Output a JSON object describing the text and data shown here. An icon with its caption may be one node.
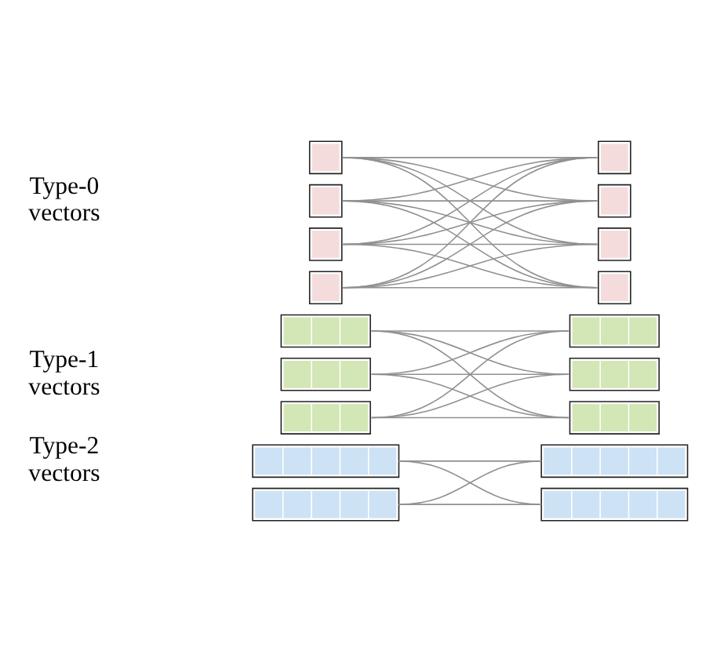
{
  "diagram": {
    "nodes": [
      {
        "text": [],
        "shape": "box"
      },
      {
        "text": [],
        "shape": "box"
      },
      {
        "text": [],
        "shape": "box"
      },
      {
        "text": [],
        "shape": "box"
      },
      {
        "text": [],
        "shape": "box"
      },
      {
        "text": [],
        "shape": "box"
      },
      {
        "text": [],
        "shape": "box"
      },
      {
        "text": [],
        "shape": "box"
      },
      {
        "text": [],
        "shape": "box"
      },
      {
        "text": [],
        "shape": "box"
      },
      {
        "text": [],
        "shape": "box"
      },
      {
        "text": [],
        "shape": "box"
      },
      {
        "text": [],
        "shape": "box"
      },
      {
        "text": [],
        "shape": "box"
      },
      {
        "text": [],
        "shape": "box"
      },
      {
        "text": [],
        "shape": "box"
      },
      {
        "text": [],
        "shape": "box"
      },
      {
        "text": [],
        "shape": "box"
      }
    ],
    "edges": [
      {
        "from": 0,
        "to": 4,
        "arrow": "none"
      },
      {
        "from": 0,
        "to": 5,
        "arrow": "none"
      },
      {
        "from": 0,
        "to": 6,
        "arrow": "none"
      },
      {
        "from": 0,
        "to": 7,
        "arrow": "none"
      },
      {
        "from": 1,
        "to": 4,
        "arrow": "none"
      },
      {
        "from": 1,
        "to": 5,
        "arrow": "none"
      },
      {
        "from": 1,
        "to": 6,
        "arrow": "none"
      },
      {
        "from": 1,
        "to": 7,
        "arrow": "none"
      },
      {
        "from": 2,
        "to": 4,
        "arrow": "none"
      },
      {
        "from": 2,
        "to": 5,
        "arrow": "none"
      },
      {
        "from": 2,
        "to": 6,
        "arrow": "none"
      },
      {
        "from": 2,
        "to": 7,
        "arrow": "none"
      },
      {
        "from": 3,
        "to": 4,
        "arrow": "none"
      },
      {
        "from": 3,
        "to": 5,
        "arrow": "none"
      },
      {
        "from": 3,
        "to": 6,
        "arrow": "none"
      },
      {
        "from": 3,
        "to": 7,
        "arrow": "none"
      },
      {
        "from": 8,
        "to": 11,
        "arrow": "none"
      },
      {
        "from": 8,
        "to": 12,
        "arrow": "none"
      },
      {
        "from": 8,
        "to": 13,
        "arrow": "none"
      },
      {
        "from": 9,
        "to": 11,
        "arrow": "none"
      },
      {
        "from": 9,
        "to": 12,
        "arrow": "none"
      },
      {
        "from": 9,
        "to": 13,
        "arrow": "none"
      },
      {
        "from": 10,
        "to": 11,
        "arrow": "none"
      },
      {
        "from": 10,
        "to": 12,
        "arrow": "none"
      },
      {
        "from": 10,
        "to": 13,
        "arrow": "none"
      },
      {
        "from": 14,
        "to": 16,
        "arrow": "none"
      },
      {
        "from": 14,
        "to": 17,
        "arrow": "none"
      },
      {
        "from": 15,
        "to": 16,
        "arrow": "none"
      },
      {
        "from": 15,
        "to": 17,
        "arrow": "none"
      }
    ],
    "labels": [
      "Type-0 vectors",
      "Type-1 vectors",
      "Type-2 vectors"
    ]
  }
}
